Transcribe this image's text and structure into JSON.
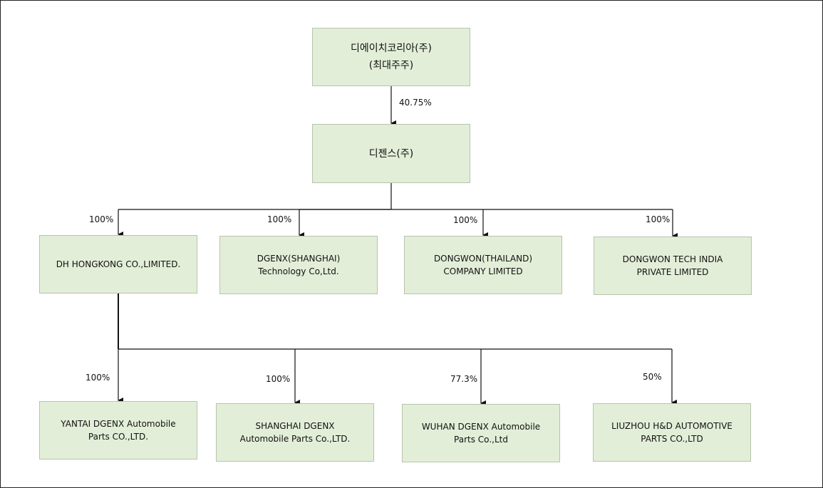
{
  "parent": {
    "line1": "디에이치코리아(주)",
    "line2": "(최대주주)"
  },
  "parent_stake": "40.75%",
  "company": {
    "name": "디젠스(주)"
  },
  "subsidiaries": [
    {
      "line1": "DH HONGKONG CO.,LIMITED.",
      "line2": "",
      "stake": "100%"
    },
    {
      "line1": "DGENX(SHANGHAI)",
      "line2": "Technology Co,Ltd.",
      "stake": "100%"
    },
    {
      "line1": "DONGWON(THAILAND)",
      "line2": "COMPANY LIMITED",
      "stake": "100%"
    },
    {
      "line1": "DONGWON TECH INDIA",
      "line2": "PRIVATE LIMITED",
      "stake": "100%"
    }
  ],
  "hk_subsidiaries": [
    {
      "line1": "YANTAI DGENX Automobile",
      "line2": "Parts CO.,LTD.",
      "stake": "100%"
    },
    {
      "line1": "SHANGHAI DGENX",
      "line2": "Automobile Parts Co.,LTD.",
      "stake": "100%"
    },
    {
      "line1": "WUHAN DGENX Automobile",
      "line2": "Parts Co.,Ltd",
      "stake": "77.3%"
    },
    {
      "line1": "LIUZHOU H&D AUTOMOTIVE",
      "line2": "PARTS CO.,LTD",
      "stake": "50%"
    }
  ]
}
